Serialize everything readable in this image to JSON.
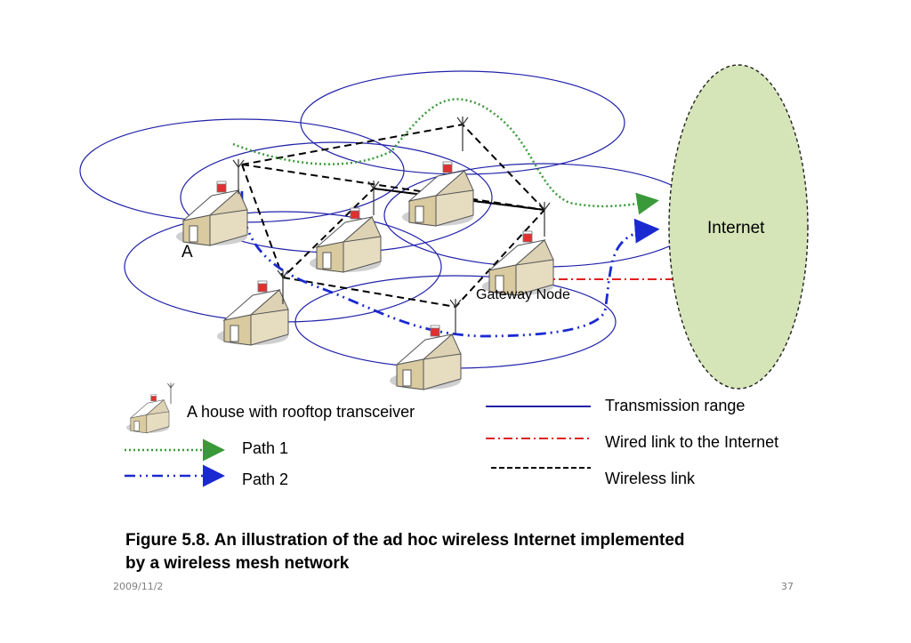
{
  "diagram": {
    "internet_label": "Internet",
    "node_a_label": "A",
    "gateway_label": "Gateway Node"
  },
  "legend": {
    "house_label": "A house with rooftop transceiver",
    "path1_label": "Path 1",
    "path2_label": "Path 2",
    "transmission_label": "Transmission range",
    "wired_label": "Wired link to the Internet",
    "wireless_label": "Wireless link"
  },
  "colors": {
    "range": "#2222aa",
    "path1": "#3a9a3a",
    "path2": "#1a2ad0",
    "wired": "#e02020",
    "wireless": "#000000",
    "internet_fill": "#d6e5b8"
  },
  "caption": {
    "line1": "Figure 5.8. An illustration of the ad hoc wireless Internet implemented",
    "line2": "by a wireless mesh network"
  },
  "footer": {
    "date": "2009/11/2",
    "page": "37"
  }
}
